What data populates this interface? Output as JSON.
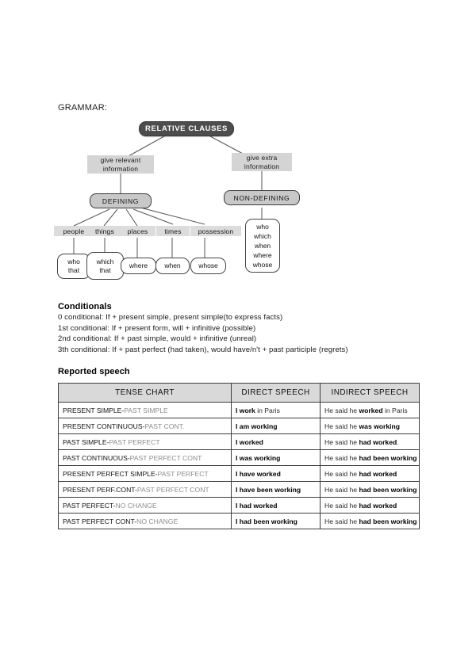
{
  "page": {
    "grammar_label": "GRAMMAR:"
  },
  "diagram": {
    "root": "RELATIVE CLAUSES",
    "branch_left_label": "give relevant\ninformation",
    "branch_left_line1": "give relevant",
    "branch_left_line2": "information",
    "branch_right_line1": "give extra",
    "branch_right_line2": "information",
    "defining": "DEFINING",
    "non_defining": "NON-DEFINING",
    "captions": [
      {
        "label": "people"
      },
      {
        "label": "things"
      },
      {
        "label": "places"
      },
      {
        "label": "times"
      },
      {
        "label": "possession"
      }
    ],
    "leaves": [
      {
        "line1": "who",
        "line2": "that"
      },
      {
        "line1": "which",
        "line2": "that"
      },
      {
        "line1": "where",
        "line2": ""
      },
      {
        "line1": "when",
        "line2": ""
      },
      {
        "line1": "whose",
        "line2": ""
      }
    ],
    "non_defining_pronouns": [
      "who",
      "which",
      "when",
      "where",
      "whose"
    ]
  },
  "conditionals": {
    "title": "Conditionals",
    "lines": [
      "0 conditional: If + present simple, present simple(to express facts)",
      "1st conditional: If + present form,  will + infinitive (possible)",
      "2nd conditional: If + past simple,  would + infinitive (unreal)",
      "3th conditional: If + past perfect (had taken), would have/n't + past participle (regrets)"
    ]
  },
  "reported_speech": {
    "title": "Reported speech",
    "headers": [
      "TENSE CHART",
      "DIRECT SPEECH",
      "INDIRECT SPEECH"
    ],
    "rows": [
      {
        "tense_main": "PRESENT SIMPLE-",
        "tense_sub": "PAST SIMPLE",
        "direct_bold": "I work",
        "direct_rest": " in Paris",
        "indirect_pre": "He said he ",
        "indirect_bold": "worked",
        "indirect_rest": " in Paris"
      },
      {
        "tense_main": "PRESENT CONTINUOUS-",
        "tense_sub": "PAST CONT.",
        "direct_bold": "I am working",
        "direct_rest": "",
        "indirect_pre": "He said he ",
        "indirect_bold": "was working",
        "indirect_rest": ""
      },
      {
        "tense_main": "PAST SIMPLE-",
        "tense_sub": "PAST PERFECT",
        "direct_bold": "I worked",
        "direct_rest": "",
        "indirect_pre": "He said he ",
        "indirect_bold": "had worked",
        "indirect_rest": "."
      },
      {
        "tense_main": "PAST CONTINUOUS-",
        "tense_sub": "PAST PERFECT CONT",
        "direct_bold": "I was working",
        "direct_rest": "",
        "indirect_pre": "He said he ",
        "indirect_bold": "had been working",
        "indirect_rest": ""
      },
      {
        "tense_main": "PRESENT PERFECT SIMPLE-",
        "tense_sub": "PAST PERFECT",
        "direct_bold": "I have worked",
        "direct_rest": "",
        "indirect_pre": "He said he ",
        "indirect_bold": "had worked",
        "indirect_rest": ""
      },
      {
        "tense_main": "PRESENT PERF.CONT-",
        "tense_sub": "PAST PERFECT CONT",
        "direct_bold": "I have been working",
        "direct_rest": "",
        "indirect_pre": "He said he ",
        "indirect_bold": "had been working",
        "indirect_rest": ""
      },
      {
        "tense_main": "PAST PERFECT-",
        "tense_sub": "NO CHANGE",
        "direct_bold": "I had worked",
        "direct_rest": "",
        "indirect_pre": "He said he ",
        "indirect_bold": "had worked",
        "indirect_rest": ""
      },
      {
        "tense_main": "PAST PERFECT CONT-",
        "tense_sub": "NO CHANGE",
        "direct_bold": "I had been working",
        "direct_rest": "",
        "indirect_pre": "He said he ",
        "indirect_bold": "had been working",
        "indirect_rest": ""
      }
    ]
  },
  "colors": {
    "root_fill": "#4d4d4d",
    "category_fill": "#c8c8c8",
    "label_fill": "#d4d4d4",
    "caption_fill": "#dcdcdc",
    "leaf_fill": "#ffffff",
    "header_fill": "#d9d9d9",
    "subtle_text": "#8d8d8d"
  }
}
